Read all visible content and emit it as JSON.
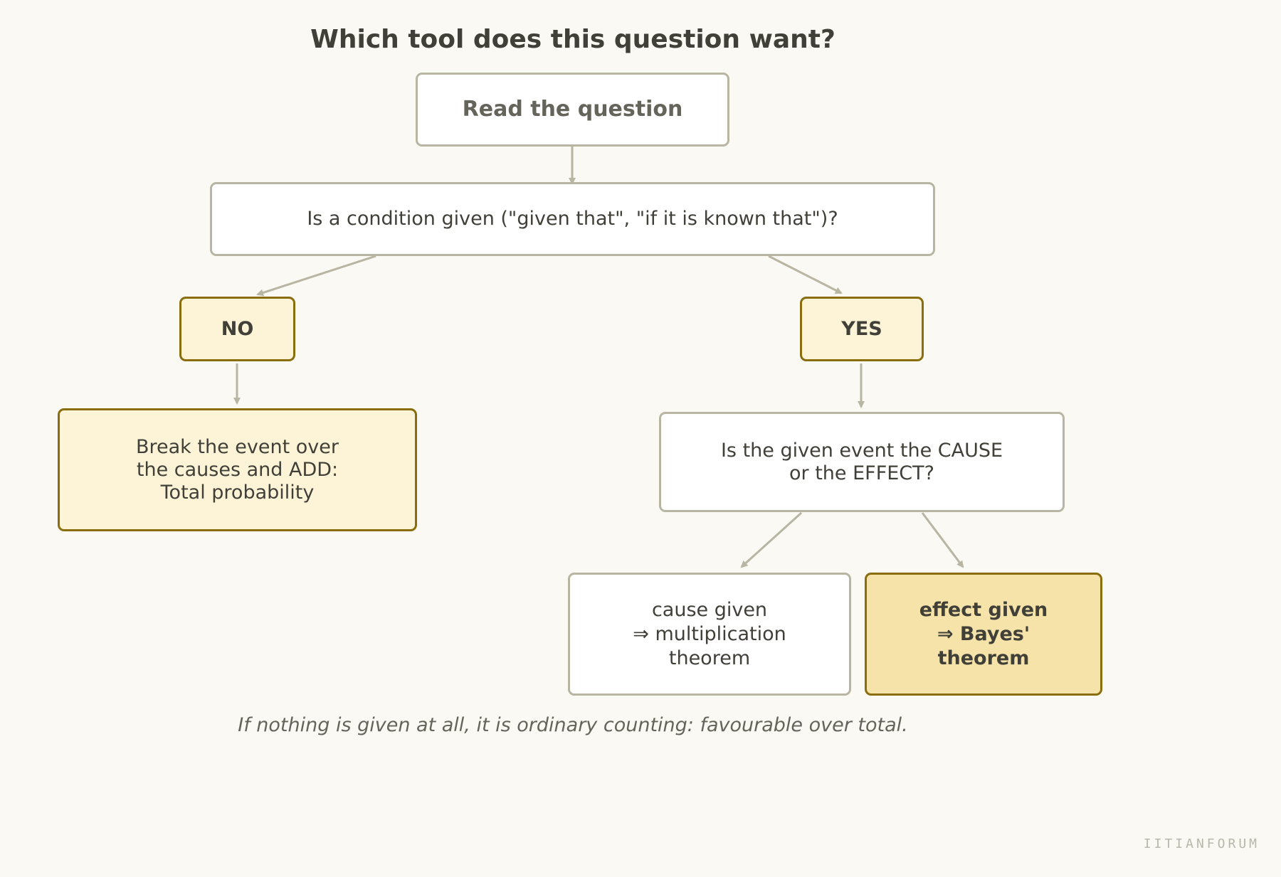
{
  "diagram": {
    "title": "Which tool does this question want?",
    "nodes": {
      "start": "Read the question",
      "condition_question": "Is a condition given (\"given that\", \"if it is known that\")?",
      "no_label": "NO",
      "yes_label": "YES",
      "total_probability": "Break the event over\nthe causes and ADD:\nTotal probability",
      "cause_effect_question": "Is the given event the CAUSE\nor the EFFECT?",
      "multiplication_theorem": "cause given\n⇒ multiplication\ntheorem",
      "bayes_theorem": "effect given\n⇒ Bayes'\ntheorem"
    },
    "footnote": "If nothing is given at all, it is ordinary counting: favourable over total.",
    "watermark": "IITIANFORUM",
    "colors": {
      "background": "#faf9f4",
      "neutral_border": "#b8b5a2",
      "accent_border": "#8a6d0c",
      "accent_fill": "#fdf4d7",
      "highlight_fill": "#f5e3a9",
      "text": "#403f38",
      "muted_text": "#65645a"
    }
  }
}
